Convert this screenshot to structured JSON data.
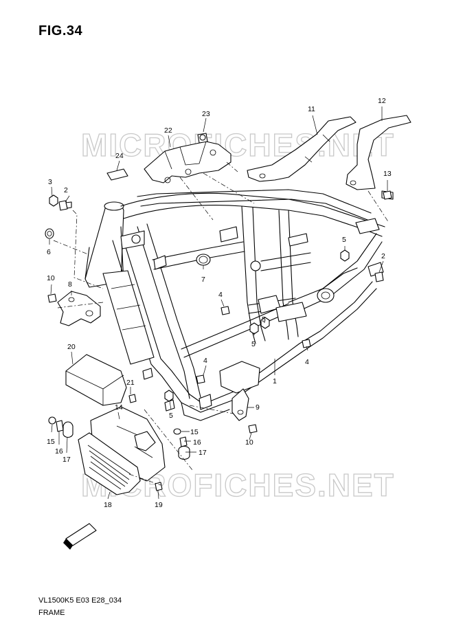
{
  "figure": {
    "title": "FIG.34"
  },
  "watermark": "MICROFICHES.NET",
  "fwd_badge": "FWD",
  "parts": [
    {
      "ref": "1"
    },
    {
      "ref": "2"
    },
    {
      "ref": "2"
    },
    {
      "ref": "3"
    },
    {
      "ref": "4"
    },
    {
      "ref": "4"
    },
    {
      "ref": "4"
    },
    {
      "ref": "5"
    },
    {
      "ref": "5"
    },
    {
      "ref": "5"
    },
    {
      "ref": "5"
    },
    {
      "ref": "6"
    },
    {
      "ref": "7"
    },
    {
      "ref": "8"
    },
    {
      "ref": "9"
    },
    {
      "ref": "10"
    },
    {
      "ref": "10"
    },
    {
      "ref": "11"
    },
    {
      "ref": "12"
    },
    {
      "ref": "13"
    },
    {
      "ref": "14"
    },
    {
      "ref": "15"
    },
    {
      "ref": "15"
    },
    {
      "ref": "16"
    },
    {
      "ref": "16"
    },
    {
      "ref": "17"
    },
    {
      "ref": "17"
    },
    {
      "ref": "18"
    },
    {
      "ref": "19"
    },
    {
      "ref": "20"
    },
    {
      "ref": "21"
    },
    {
      "ref": "22"
    },
    {
      "ref": "23"
    },
    {
      "ref": "24"
    }
  ],
  "footer": {
    "code": "VL1500K5 E03 E28_034",
    "name": "FRAME"
  }
}
